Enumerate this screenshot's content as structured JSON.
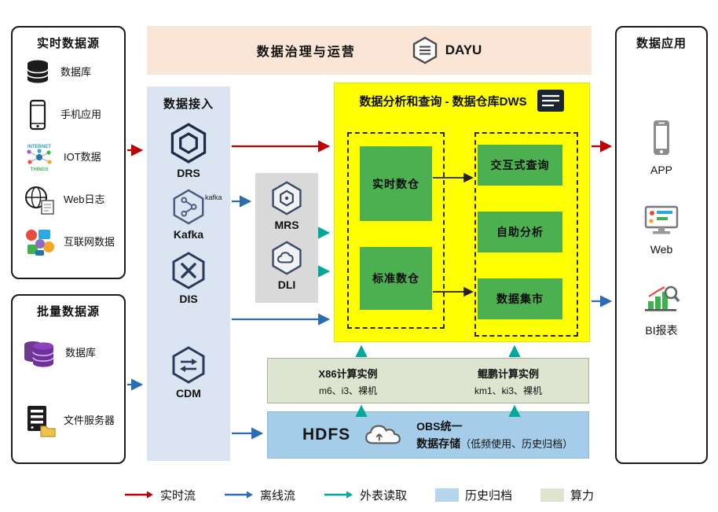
{
  "banner": {
    "title": "数据治理与运营",
    "product": "DAYU"
  },
  "realtime": {
    "title": "实时数据源",
    "items": [
      {
        "label": "数据库"
      },
      {
        "label": "手机应用"
      },
      {
        "label": "IOT数据"
      },
      {
        "label": "Web日志"
      },
      {
        "label": "互联网数据"
      }
    ]
  },
  "batch": {
    "title": "批量数据源",
    "items": [
      {
        "label": "数据库"
      },
      {
        "label": "文件服务器"
      }
    ]
  },
  "ingestion": {
    "title": "数据接入",
    "drs": "DRS",
    "kafka": "Kafka",
    "kafka_logo_text": "kafka",
    "dis": "DIS",
    "cdm": "CDM"
  },
  "processing": {
    "mrs": "MRS",
    "dli": "DLI"
  },
  "dws": {
    "title": "数据分析和查询 - 数据仓库DWS",
    "realtime_wh": "实时数仓",
    "standard_wh": "标准数仓",
    "interactive_query": "交互式查询",
    "self_analysis": "自助分析",
    "data_mart": "数据集市"
  },
  "compute": {
    "x86_title": "X86计算实例",
    "x86_spec": "m6、i3、裸机",
    "kunpeng_title": "鲲鹏计算实例",
    "kunpeng_spec": "km1、ki3、裸机"
  },
  "storage": {
    "hdfs": "HDFS",
    "obs_line1": "OBS统一",
    "obs_line2_bold": "数据存储",
    "obs_note": "（低频使用、历史归档）"
  },
  "apps": {
    "title": "数据应用",
    "items": [
      {
        "label": "APP"
      },
      {
        "label": "Web"
      },
      {
        "label": "BI报表"
      }
    ]
  },
  "legend": {
    "realtime": "实时流",
    "offline": "离线流",
    "external": "外表读取",
    "archive": "历史归档",
    "compute": "算力"
  },
  "colors": {
    "realtime_flow": "#c00000",
    "offline_flow": "#2a6db4",
    "external_flow": "#00a79b",
    "archive_swatch": "#b4d5ec",
    "compute_swatch": "#dde4cf",
    "dws_bg": "#ffff00",
    "block_green": "#4cb050",
    "ingestion_bg": "#dbe5f2",
    "processing_bg": "#d9d9d9",
    "banner_bg": "#fbe5d6",
    "hdfs_bg": "#a5cde9"
  },
  "icons": {
    "dayu": "hexagon-lines-icon",
    "drs": "hexagon-nested-icon",
    "kafka": "hexagon-kafka-icon",
    "dis": "hexagon-x-icon",
    "cdm": "hexagon-swap-arrows-icon",
    "mrs": "hexagon-nested-icon",
    "dli": "hexagon-cloud-icon",
    "dws_doc": "report-list-icon",
    "obs": "cloud-icon",
    "database": "cylinder-stack-icon",
    "mobile": "smartphone-icon",
    "iot": "iot-network-icon",
    "weblog": "globe-document-icon",
    "internet": "colorful-collage-icon",
    "fileserver": "server-folder-icon",
    "app": "smartphone-icon",
    "web": "monitor-icon",
    "bi": "bar-chart-magnifier-icon"
  }
}
